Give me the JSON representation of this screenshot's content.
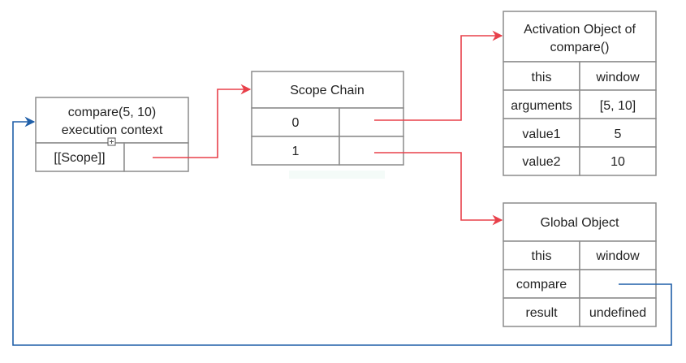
{
  "execution_context": {
    "title_line1": "compare(5, 10)",
    "title_line2": "execution context",
    "scope_label": "[[Scope]]"
  },
  "scope_chain": {
    "title": "Scope Chain",
    "rows": [
      "0",
      "1"
    ]
  },
  "activation_object": {
    "title_line1": "Activation Object of",
    "title_line2": "compare()",
    "rows": [
      {
        "key": "this",
        "value": "window"
      },
      {
        "key": "arguments",
        "value": "[5, 10]"
      },
      {
        "key": "value1",
        "value": "5"
      },
      {
        "key": "value2",
        "value": "10"
      }
    ]
  },
  "global_object": {
    "title": "Global Object",
    "rows": [
      {
        "key": "this",
        "value": "window"
      },
      {
        "key": "compare",
        "value": ""
      },
      {
        "key": "result",
        "value": "undefined"
      }
    ]
  },
  "colors": {
    "scope_arrow": "#e8404a",
    "back_reference_arrow": "#1f5fa8",
    "border": "#8c8c8c"
  }
}
